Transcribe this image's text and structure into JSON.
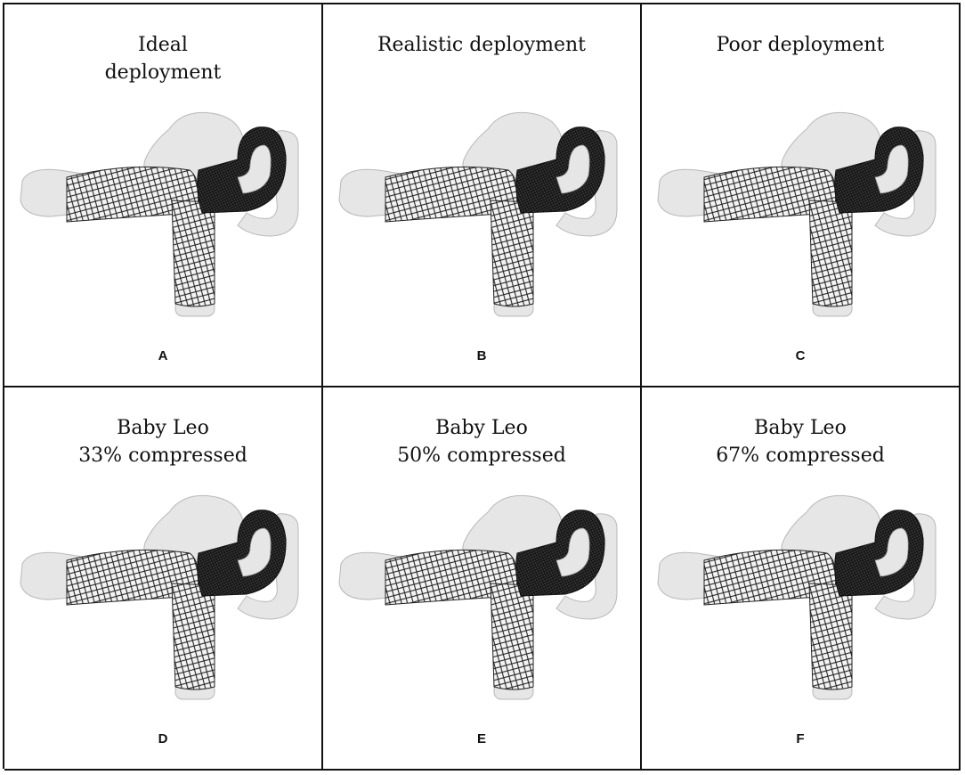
{
  "panels": [
    {
      "title": [
        "Ideal",
        "deployment"
      ],
      "label": "A"
    },
    {
      "title": [
        "Realistic deployment"
      ],
      "label": "B"
    },
    {
      "title": [
        "Poor deployment"
      ],
      "label": "C"
    },
    {
      "title": [
        "Baby Leo",
        "33% compressed"
      ],
      "label": "D"
    },
    {
      "title": [
        "Baby Leo",
        "50% compressed"
      ],
      "label": "E"
    },
    {
      "title": [
        "Baby Leo",
        "67% compressed"
      ],
      "label": "F"
    }
  ],
  "colors": {
    "vessel": "#e6e6e6",
    "vessel_edge": "#b8b8b8",
    "mesh": "#1a1a1a",
    "dense_mesh": "#2b2b2b"
  }
}
